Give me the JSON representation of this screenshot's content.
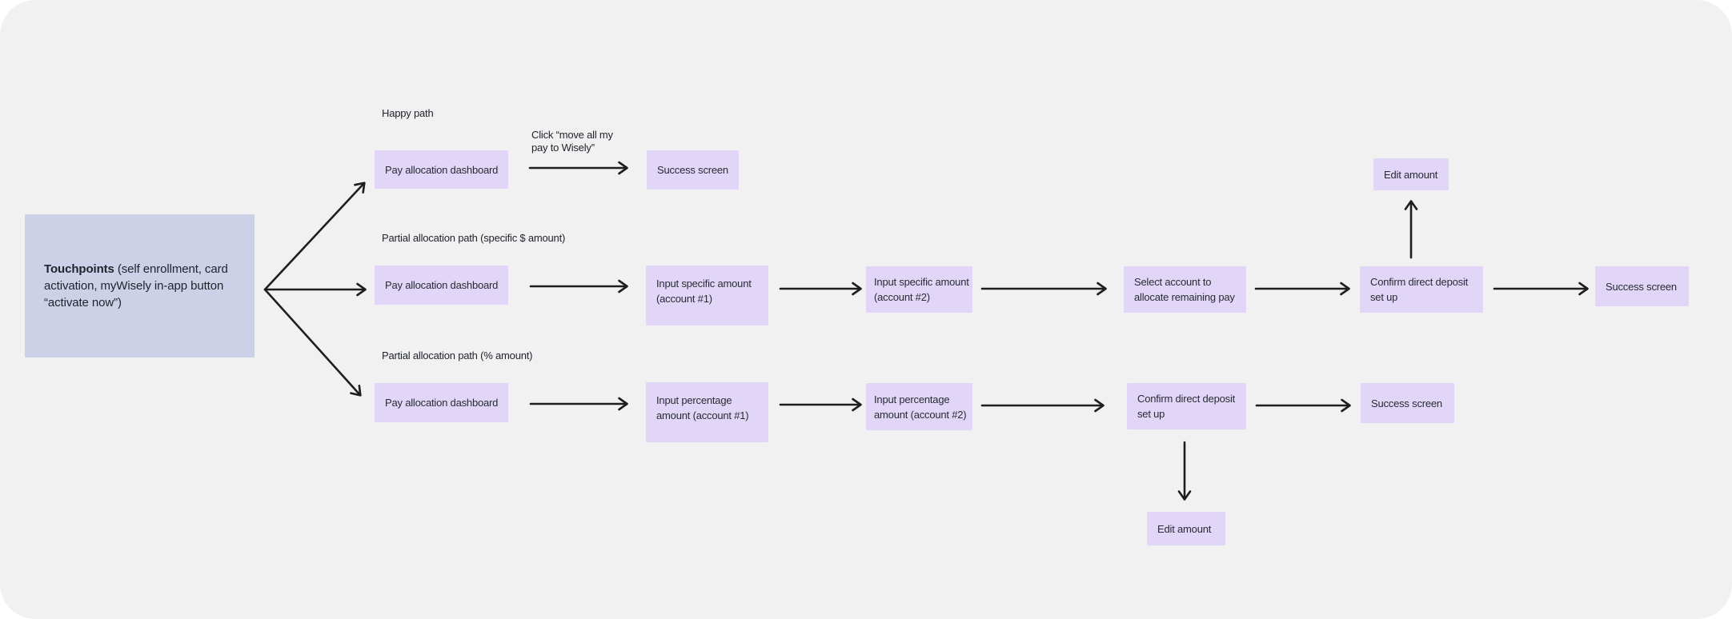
{
  "colors": {
    "canvas_bg": "#f1f1f2",
    "node_fill": "#e1d6f8",
    "touchpoint_fill": "#ccd1e8",
    "text": "#272b33",
    "arrow": "#1e1e1e"
  },
  "touchpoints": {
    "title": "Touchpoints",
    "description": " (self enrollment, card activation, myWisely in-app button “activate now”)"
  },
  "rows": [
    {
      "label": "Happy path",
      "arrow_label": {
        "line1": "Click “move all my",
        "line2": "pay to Wisely”"
      },
      "nodes": [
        {
          "id": "pay-allocation-dashboard",
          "lines": [
            "Pay allocation dashboard"
          ]
        },
        {
          "id": "success-screen",
          "lines": [
            "Success screen"
          ]
        }
      ]
    },
    {
      "label": "Partial allocation path (specific $ amount)",
      "nodes": [
        {
          "id": "pay-allocation-dashboard",
          "lines": [
            "Pay allocation dashboard"
          ]
        },
        {
          "id": "input-specific-amount-account-1",
          "lines": [
            "Input specific amount",
            "(account #1)"
          ]
        },
        {
          "id": "input-specific-amount-account-2",
          "lines": [
            "Input specific amount",
            "(account #2)"
          ]
        },
        {
          "id": "select-account-remaining-pay",
          "lines": [
            "Select account to",
            "allocate remaining pay"
          ]
        },
        {
          "id": "confirm-direct-deposit",
          "lines": [
            "Confirm direct deposit",
            "set up"
          ]
        },
        {
          "id": "edit-amount",
          "lines": [
            "Edit amount"
          ]
        },
        {
          "id": "success-screen",
          "lines": [
            "Success screen"
          ]
        }
      ]
    },
    {
      "label": "Partial allocation path (% amount)",
      "nodes": [
        {
          "id": "pay-allocation-dashboard",
          "lines": [
            "Pay allocation dashboard"
          ]
        },
        {
          "id": "input-percentage-amount-account-1",
          "lines": [
            "Input percentage",
            "amount (account #1)"
          ]
        },
        {
          "id": "input-percentage-amount-account-2",
          "lines": [
            "Input percentage",
            "amount (account #2)"
          ]
        },
        {
          "id": "confirm-direct-deposit",
          "lines": [
            "Confirm direct deposit",
            "set up"
          ]
        },
        {
          "id": "success-screen",
          "lines": [
            "Success screen"
          ]
        },
        {
          "id": "edit-amount",
          "lines": [
            "Edit amount"
          ]
        }
      ]
    }
  ]
}
